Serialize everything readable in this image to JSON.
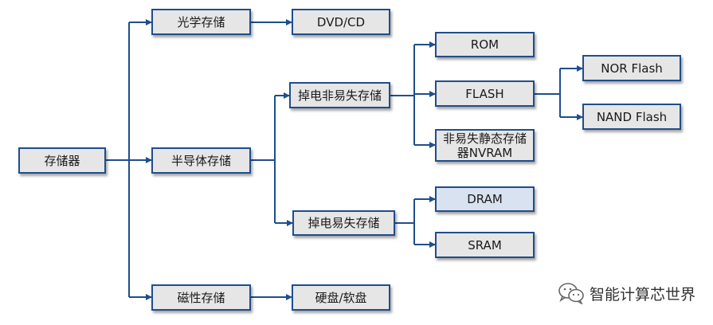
{
  "nodes": {
    "root": "存储器",
    "optical": "光学存储",
    "dvd_cd": "DVD/CD",
    "semiconductor": "半导体存储",
    "nonvolatile": "掉电非易失存储",
    "rom": "ROM",
    "flash": "FLASH",
    "nvram": "非易失静态存储器NVRAM",
    "nor_flash": "NOR Flash",
    "nand_flash": "NAND Flash",
    "volatile": "掉电易失存储",
    "dram": "DRAM",
    "sram": "SRAM",
    "magnetic": "磁性存储",
    "hdd_floppy": "硬盘/软盘"
  },
  "watermark": {
    "text": "智能计算芯世界",
    "icon": "wechat-icon"
  },
  "colors": {
    "line": "#1f4e8c",
    "box_fill": "#e6e6e6",
    "box_fill_highlight": "#d9e2f0"
  }
}
